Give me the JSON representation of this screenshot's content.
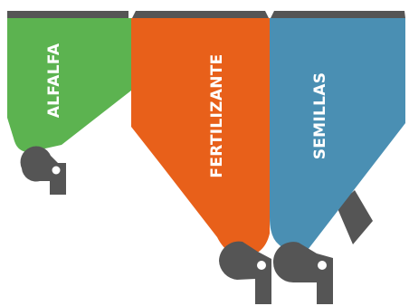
{
  "hoppers": [
    {
      "id": "alfalfa",
      "label": "ALFALFA",
      "color": "#5cb350"
    },
    {
      "id": "fertilizante",
      "label": "FERTILIZANTE",
      "color": "#e8601a"
    },
    {
      "id": "semillas",
      "label": "SEMILLAS",
      "color": "#4a8fb3"
    }
  ],
  "colors": {
    "frame": "#555555",
    "outlet": "#555555"
  }
}
